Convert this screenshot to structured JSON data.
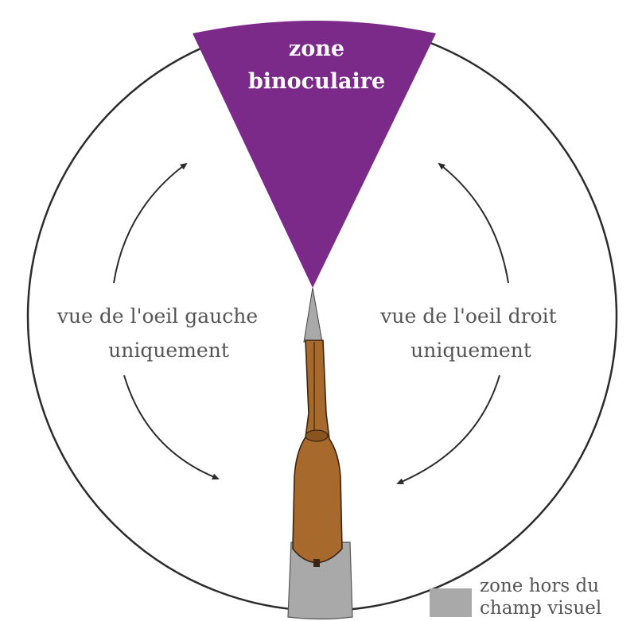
{
  "binocular_zone": {
    "line1": "zone",
    "line2": "binoculaire"
  },
  "left_eye": {
    "line1": "vue de l'oeil gauche",
    "line2": "uniquement"
  },
  "right_eye": {
    "line1": "vue de l'oeil droit",
    "line2": "uniquement"
  },
  "legend": {
    "line1": "zone hors du",
    "line2": "champ visuel"
  },
  "colors": {
    "binocular_zone": "#7b2a8a",
    "blind_zone": "#a9a9a9",
    "animal_body": "#a8692c",
    "outline": "#2b2b2b",
    "text": "#555555"
  }
}
